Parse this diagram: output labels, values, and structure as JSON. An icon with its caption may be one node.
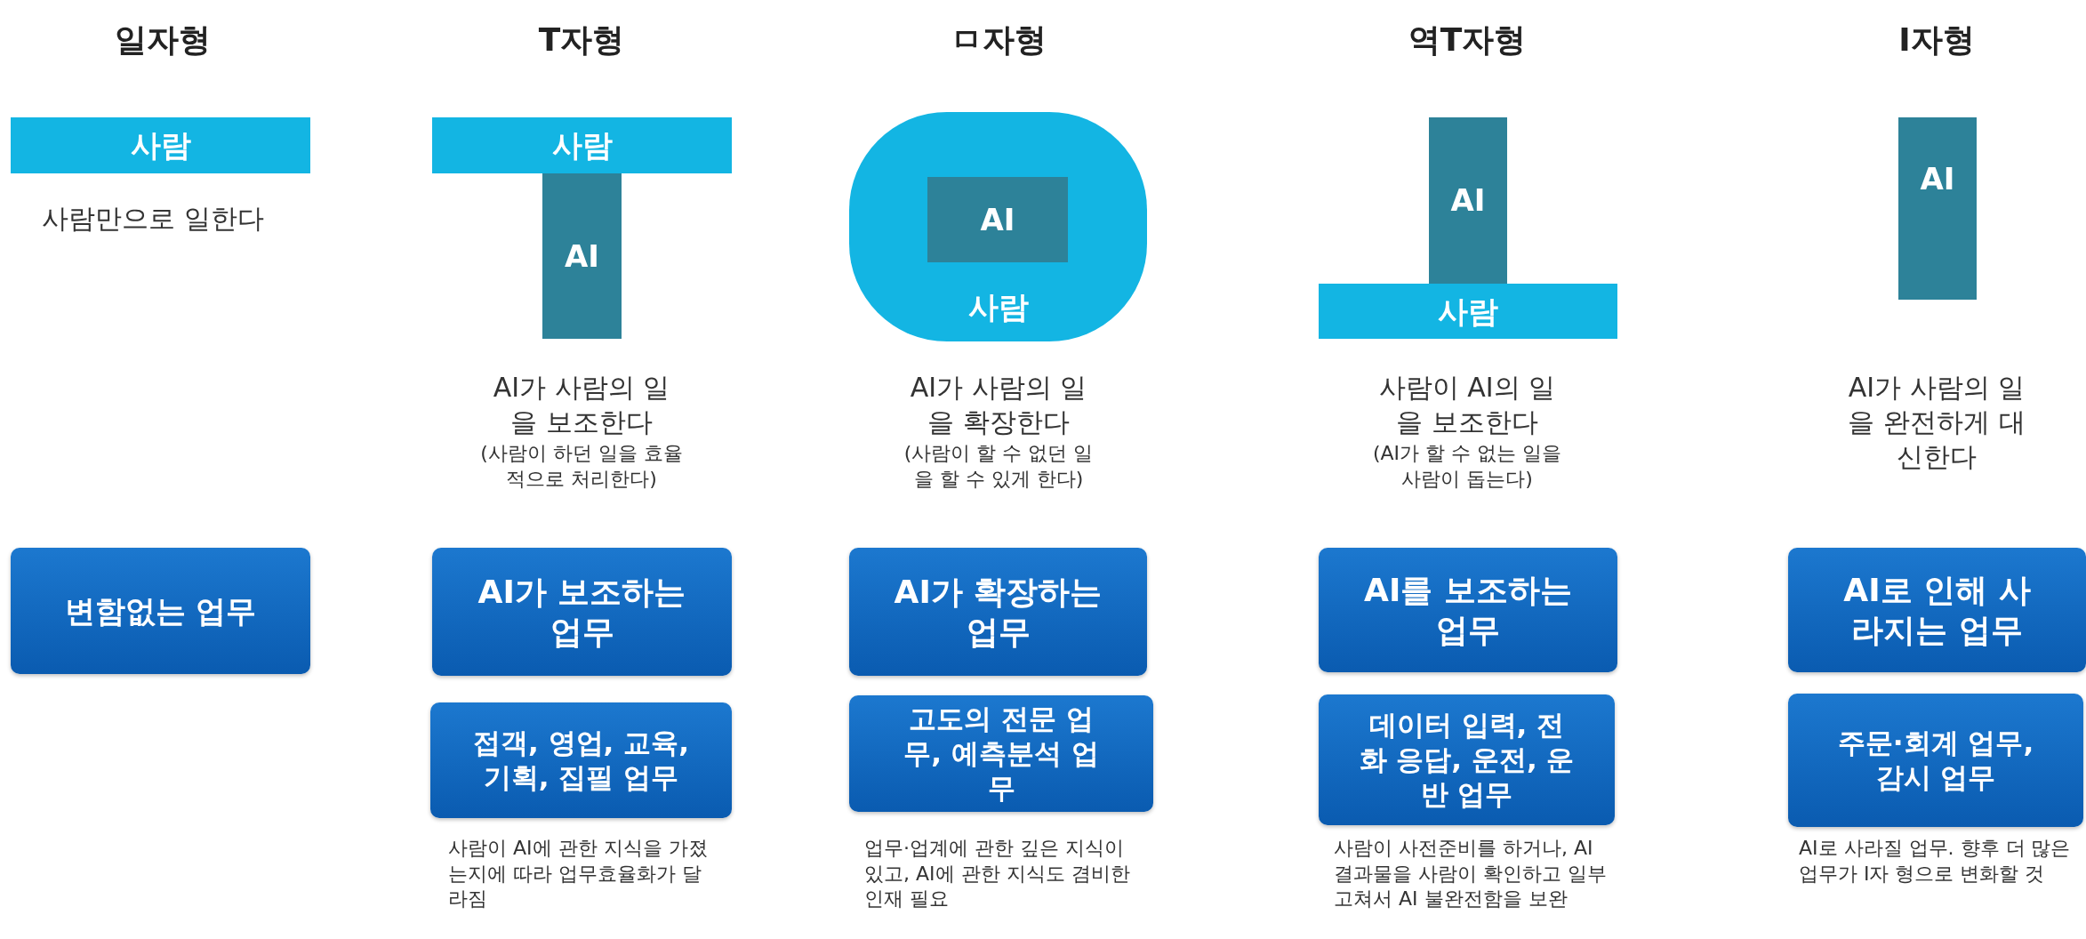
{
  "diagram": {
    "nodes": [
      {
        "text": [
          "사람"
        ]
      },
      {
        "text": [
          "변함없는 업무"
        ]
      },
      {
        "text": [
          "사람"
        ]
      },
      {
        "text": [
          "AI"
        ]
      },
      {
        "text": [
          "AI가 보조하는 업무"
        ]
      },
      {
        "text": [
          "접객, 영업, 교육, 기획, 집필 업무"
        ]
      },
      {
        "text": [
          "사람"
        ]
      },
      {
        "text": [
          "AI"
        ],
        "in": 6
      },
      {
        "text": [
          "AI가 확장하는 업무"
        ]
      },
      {
        "text": [
          "고도의 전문 업무, 예측분석 업무"
        ]
      },
      {
        "text": [
          "AI"
        ]
      },
      {
        "text": [
          "사람"
        ]
      },
      {
        "text": [
          "AI를 보조하는 업무"
        ]
      },
      {
        "text": [
          "데이터 입력, 전화 응답, 운전, 운반 업무"
        ]
      },
      {
        "text": [
          "AI"
        ]
      },
      {
        "text": [
          "AI로 인해 사라지는 업무"
        ]
      },
      {
        "text": [
          "주문·회계 업무, 감시 업무"
        ]
      }
    ],
    "labels": [
      "일자형",
      "T자형",
      "ㅁ자형",
      "역T자형",
      "I자형",
      "사람만으로 일한다",
      "AI가 사람의 일을 보조한다",
      "(사람이 하던 일을 효율적으로 처리한다)",
      "AI가 사람의 일을 확장한다",
      "(사람이 할 수 없던 일을 할 수 있게 한다)",
      "사람이 AI의 일을 보조한다",
      "(AI가 할 수 없는 일을 사람이 돕는다)",
      "AI가 사람의 일을 완전하게 대신한다",
      "사람이 AI에 관한 지식을 가졌는지에 따라 업무효율화가 달라짐",
      "업무·업계에 관한 깊은 지식이 있고, AI에 관한 지식도 겸비한 인재 필요",
      "사람이 사전준비를 하거나, AI 결과물을 사람이 확인하고 일부 고쳐서 AI 불완전함을 보완",
      "AI로 사라질 업무. 향후 더 많은 업무가 I자 형으로 변화할 것"
    ]
  }
}
